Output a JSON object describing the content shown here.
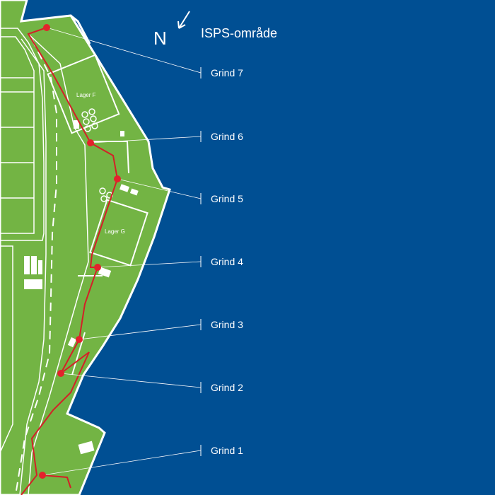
{
  "colors": {
    "water": "#004f93",
    "land": "#73b444",
    "lines": "#ffffff",
    "route": "#d42027",
    "gate_dot": "#e3222c"
  },
  "legend": {
    "north": "N",
    "area": "ISPS-område",
    "north_icon": "arrow-icon"
  },
  "buildings": {
    "lager_f": "Lager F",
    "lager_g": "Lager G"
  },
  "gates": [
    {
      "label": "Grind 7"
    },
    {
      "label": "Grind 6"
    },
    {
      "label": "Grind 5"
    },
    {
      "label": "Grind 4"
    },
    {
      "label": "Grind 3"
    },
    {
      "label": "Grind 2"
    },
    {
      "label": "Grind 1"
    }
  ]
}
